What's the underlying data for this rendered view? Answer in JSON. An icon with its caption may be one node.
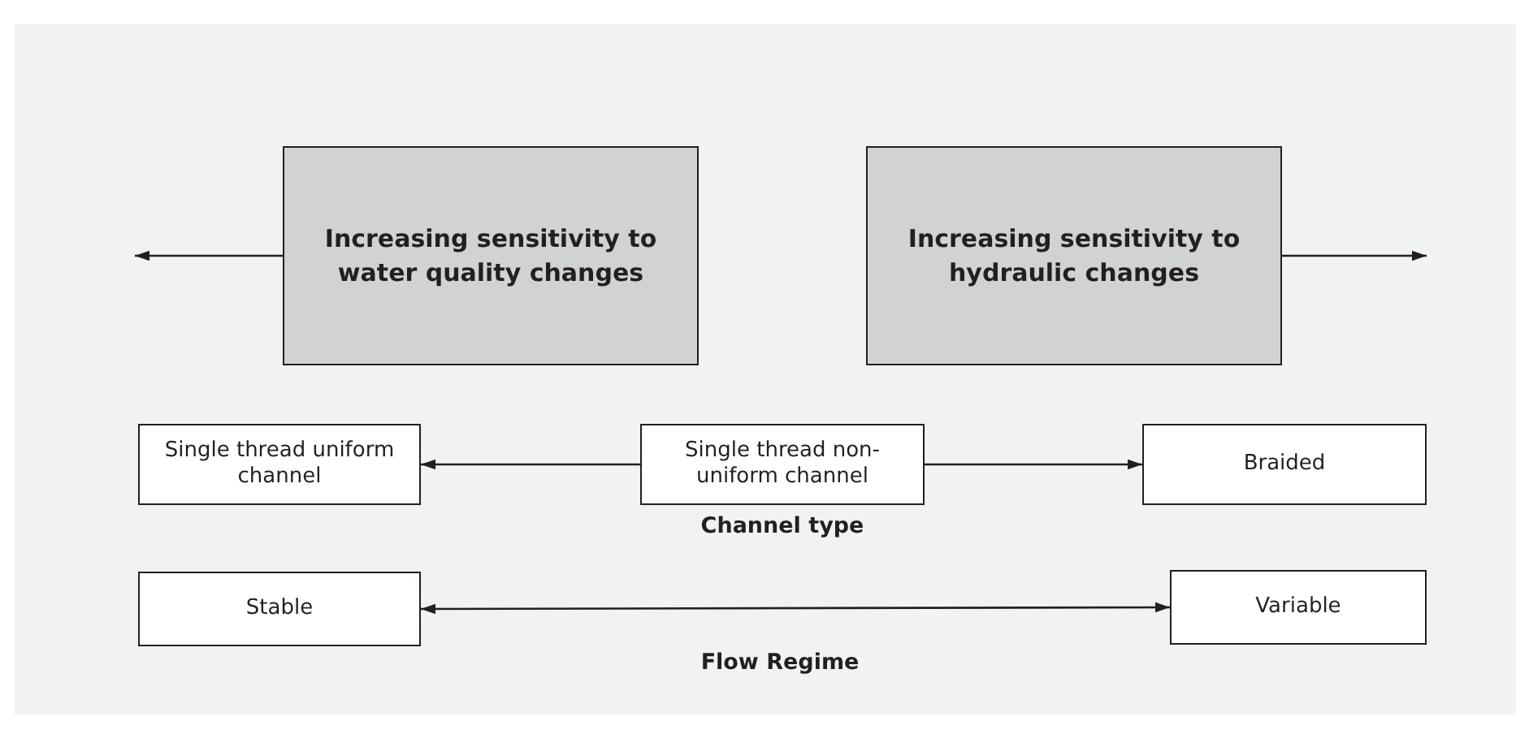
{
  "diagram": {
    "nodes": [
      {
        "text": [
          "Increasing sensitivity to water quality changes"
        ]
      },
      {
        "text": [
          "Increasing sensitivity to hydraulic changes"
        ]
      },
      {
        "text": [
          "Single thread uniform channel"
        ]
      },
      {
        "text": [
          "Single thread non-uniform channel"
        ],
        "beside": [
          "Channel type"
        ]
      },
      {
        "text": [
          "Braided"
        ]
      },
      {
        "text": [
          "Stable"
        ]
      },
      {
        "text": [
          "Variable"
        ]
      }
    ],
    "edges": [
      {
        "from": 0,
        "to": null,
        "arrow": "to"
      },
      {
        "from": 1,
        "to": null,
        "arrow": "to"
      },
      {
        "from": 3,
        "to": 2,
        "arrow": "to"
      },
      {
        "from": 3,
        "to": 4,
        "arrow": "to"
      },
      {
        "from": 5,
        "to": 6,
        "arrow": "both"
      }
    ],
    "labels": [
      "Flow Regime"
    ]
  }
}
